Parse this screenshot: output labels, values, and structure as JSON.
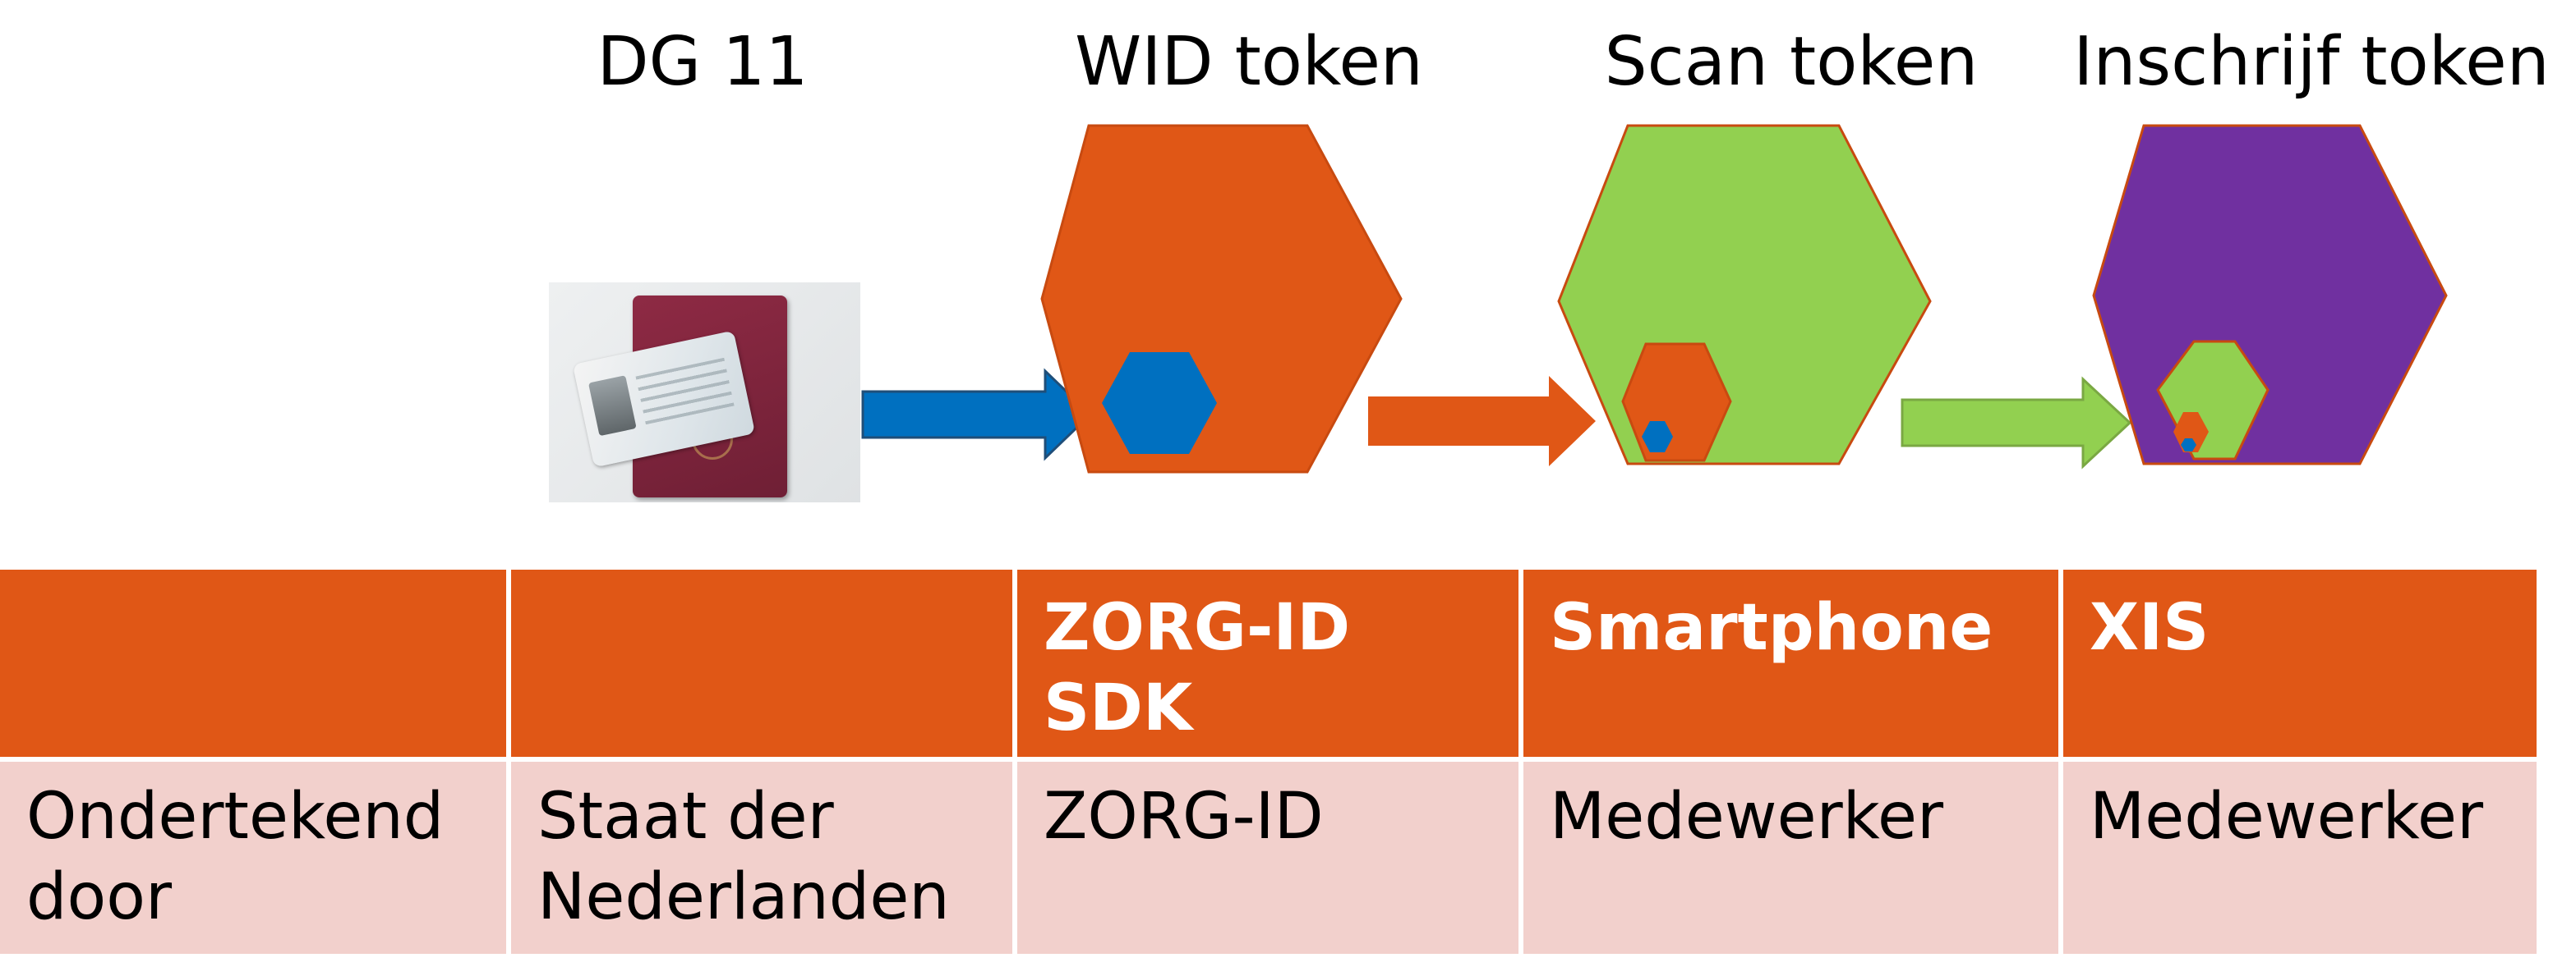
{
  "colors": {
    "orange": "#e05716",
    "blue": "#0070c0",
    "green": "#92d050",
    "purple": "#7030a0",
    "table_body": "#f2d0cc"
  },
  "diagram": {
    "headings": {
      "dg11": "DG 11",
      "wid": "WID token",
      "scan": "Scan token",
      "inschrijf": "Inschrijf token"
    },
    "source_image": "passport-and-id-card-photo",
    "tokens": [
      {
        "name": "wid-token",
        "fill": "#e05716",
        "nested": [
          "#0070c0"
        ]
      },
      {
        "name": "scan-token",
        "fill": "#92d050",
        "nested": [
          "#e05716",
          "#0070c0"
        ]
      },
      {
        "name": "inschrijf-token",
        "fill": "#7030a0",
        "nested": [
          "#92d050",
          "#e05716",
          "#0070c0"
        ]
      }
    ],
    "arrows": [
      {
        "name": "arrow-dg11-to-wid",
        "color": "#0070c0"
      },
      {
        "name": "arrow-wid-to-scan",
        "color": "#e05716"
      },
      {
        "name": "arrow-scan-to-inschrijf",
        "color": "#92d050"
      }
    ]
  },
  "table": {
    "header": [
      "",
      "",
      "ZORG-ID\nSDK",
      "Smartphone",
      "XIS"
    ],
    "row": [
      "Ondertekend\ndoor",
      "Staat der\nNederlanden",
      "ZORG-ID",
      "Medewerker",
      "Medewerker"
    ]
  }
}
